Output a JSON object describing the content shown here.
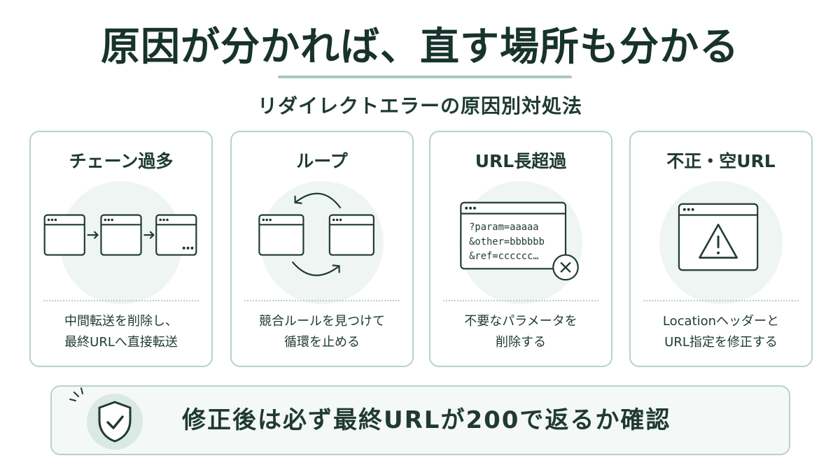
{
  "title": "原因が分かれば、直す場所も分かる",
  "subtitle": "リダイレクトエラーの原因別対処法",
  "cards": [
    {
      "title": "チェーン過多",
      "icon": "redirect-chain-icon",
      "desc": [
        "中間転送を削除し、",
        "最終URLへ直接転送"
      ]
    },
    {
      "title": "ループ",
      "icon": "redirect-loop-icon",
      "desc": [
        "競合ルールを見つけて",
        "循環を止める"
      ]
    },
    {
      "title": "URL長超過",
      "icon": "long-url-icon",
      "url_lines": [
        "?param=aaaaa",
        "&other=bbbbbb",
        "&ref=cccccc…"
      ],
      "desc": [
        "不要なパラメータを",
        "削除する"
      ]
    },
    {
      "title": "不正・空URL",
      "icon": "warning-window-icon",
      "desc": [
        "Locationヘッダーと",
        "URL指定を修正する"
      ]
    }
  ],
  "banner": {
    "icon": "shield-check-icon",
    "text": "修正後は必ず最終URLが200で返るか確認"
  },
  "colors": {
    "accent": "#a9c9bd",
    "border": "#b8d3c9",
    "text": "#1f3a33",
    "blob": "#eef5f2"
  }
}
